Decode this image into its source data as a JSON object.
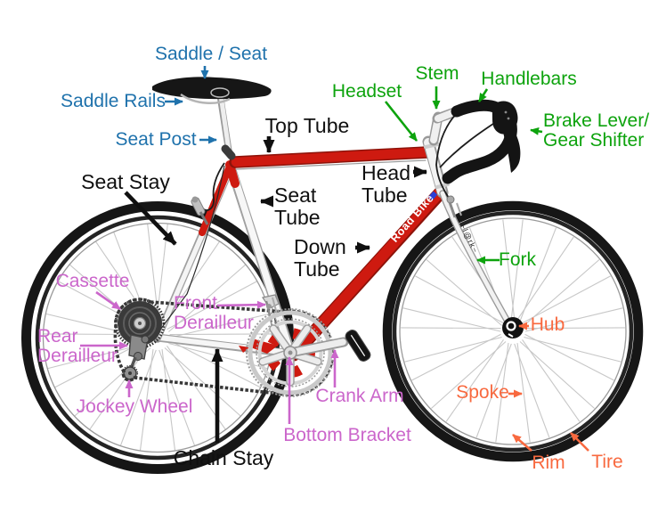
{
  "colors": {
    "blue": "#1f72ac",
    "green": "#0da30d",
    "magenta": "#cb66cb",
    "orange": "#f8693f",
    "label_black": "#101010",
    "frame_red": "#ce1a10",
    "frame_red_edge": "#8d130a"
  },
  "bike": {
    "frame_decal": "Road Bike",
    "fork_decal": "~l@rk~"
  },
  "labels": {
    "saddle_seat": {
      "text": "Saddle / Seat"
    },
    "saddle_rails": {
      "text": "Saddle Rails"
    },
    "seat_post": {
      "text": "Seat Post"
    },
    "top_tube": {
      "text": "Top Tube"
    },
    "seat_stay": {
      "text": "Seat Stay"
    },
    "seat_tube": {
      "line1": "Seat",
      "line2": "Tube"
    },
    "head_tube": {
      "line1": "Head",
      "line2": "Tube"
    },
    "down_tube": {
      "line1": "Down",
      "line2": "Tube"
    },
    "chain_stay": {
      "text": "Chain Stay"
    },
    "headset": {
      "text": "Headset"
    },
    "stem": {
      "text": "Stem"
    },
    "handlebars": {
      "text": "Handlebars"
    },
    "brake_lever_gear_shifter": {
      "line1": "Brake Lever/",
      "line2": "Gear Shifter"
    },
    "fork": {
      "text": "Fork"
    },
    "cassette": {
      "text": "Cassette"
    },
    "front_derailleur": {
      "line1": "Front",
      "line2": "Derailleur"
    },
    "rear_derailleur": {
      "line1": "Rear",
      "line2": "Derailleur"
    },
    "jockey_wheel": {
      "text": "Jockey Wheel"
    },
    "crank_arm": {
      "text": "Crank Arm"
    },
    "bottom_bracket": {
      "text": "Bottom Bracket"
    },
    "hub": {
      "text": "Hub"
    },
    "spoke": {
      "text": "Spoke"
    },
    "rim": {
      "text": "Rim"
    },
    "tire": {
      "text": "Tire"
    }
  }
}
